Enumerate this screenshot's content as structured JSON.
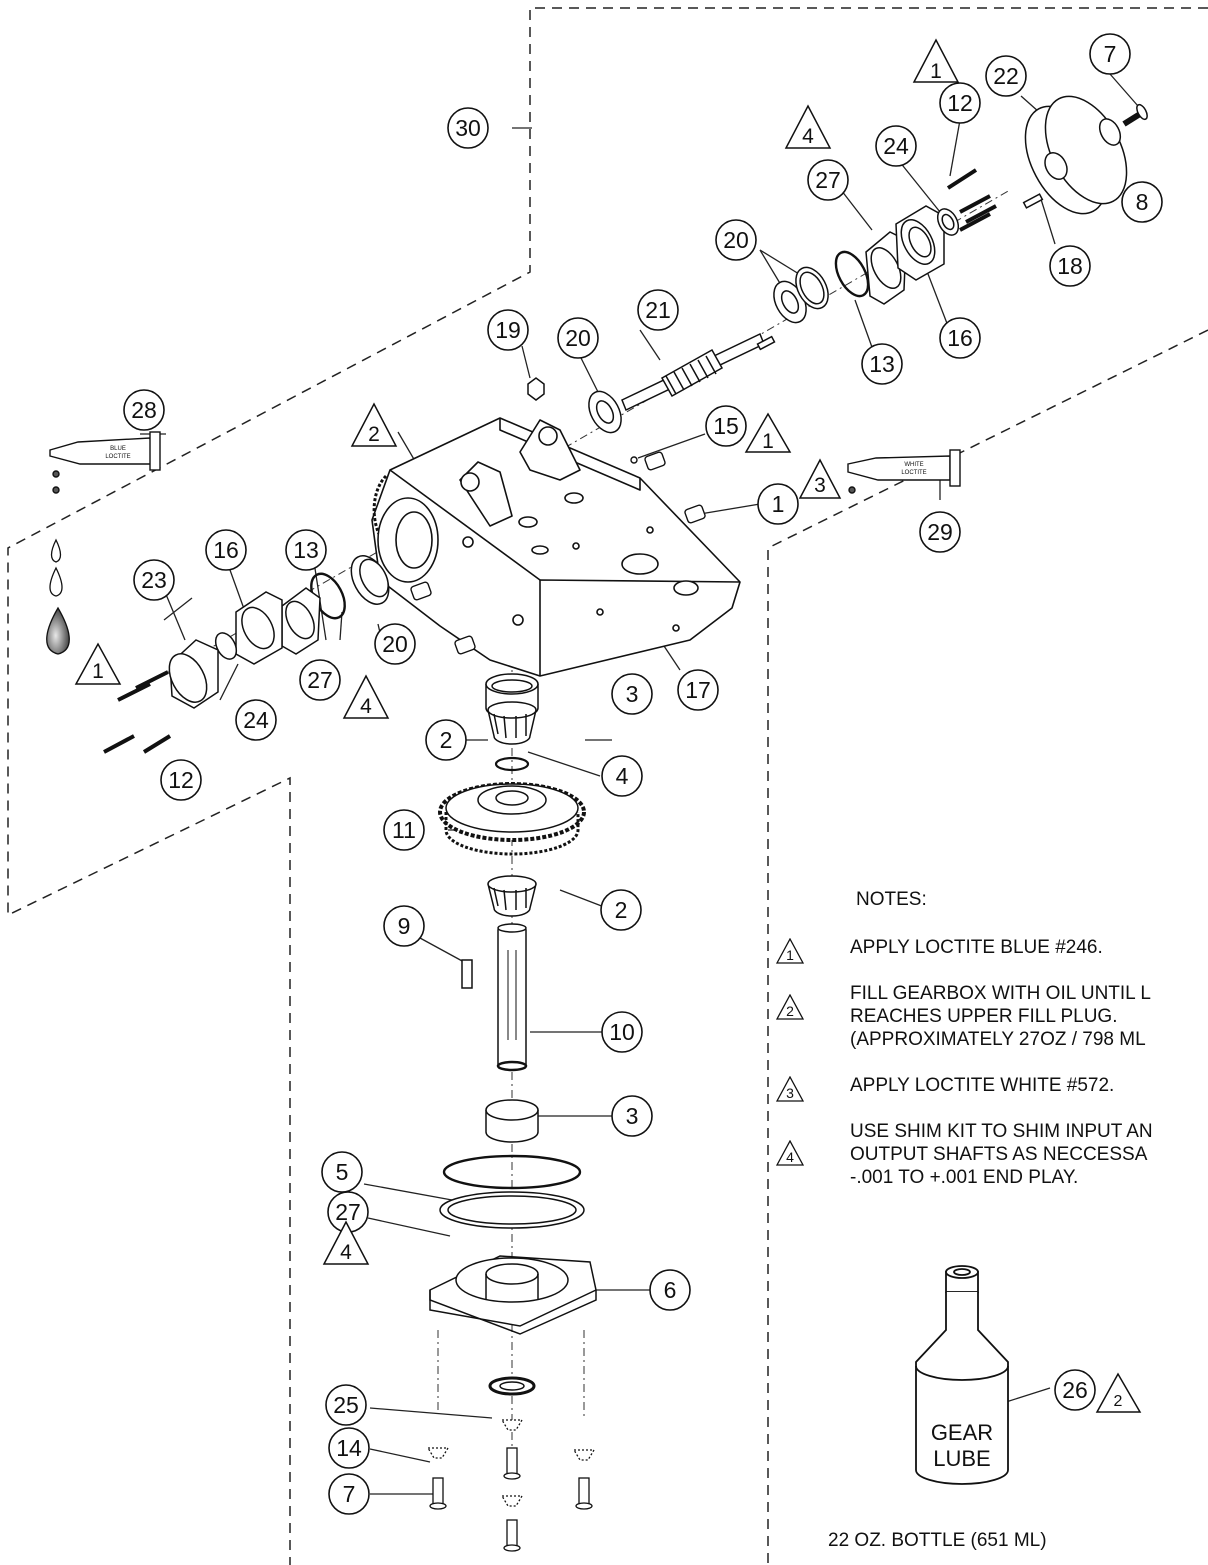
{
  "callouts": [
    {
      "id": "c1",
      "num": "1"
    },
    {
      "id": "c2a",
      "num": "2"
    },
    {
      "id": "c2b",
      "num": "2"
    },
    {
      "id": "c3a",
      "num": "3"
    },
    {
      "id": "c3b",
      "num": "3"
    },
    {
      "id": "c4",
      "num": "4"
    },
    {
      "id": "c5",
      "num": "5"
    },
    {
      "id": "c6",
      "num": "6"
    },
    {
      "id": "c7a",
      "num": "7"
    },
    {
      "id": "c7b",
      "num": "7"
    },
    {
      "id": "c8",
      "num": "8"
    },
    {
      "id": "c9",
      "num": "9"
    },
    {
      "id": "c10",
      "num": "10"
    },
    {
      "id": "c11",
      "num": "11"
    },
    {
      "id": "c12a",
      "num": "12"
    },
    {
      "id": "c12b",
      "num": "12"
    },
    {
      "id": "c13a",
      "num": "13"
    },
    {
      "id": "c13b",
      "num": "13"
    },
    {
      "id": "c14",
      "num": "14"
    },
    {
      "id": "c15",
      "num": "15"
    },
    {
      "id": "c16a",
      "num": "16"
    },
    {
      "id": "c16b",
      "num": "16"
    },
    {
      "id": "c17",
      "num": "17"
    },
    {
      "id": "c18",
      "num": "18"
    },
    {
      "id": "c19",
      "num": "19"
    },
    {
      "id": "c20a",
      "num": "20"
    },
    {
      "id": "c20b",
      "num": "20"
    },
    {
      "id": "c20c",
      "num": "20"
    },
    {
      "id": "c21",
      "num": "21"
    },
    {
      "id": "c22",
      "num": "22"
    },
    {
      "id": "c23",
      "num": "23"
    },
    {
      "id": "c24a",
      "num": "24"
    },
    {
      "id": "c24b",
      "num": "24"
    },
    {
      "id": "c25",
      "num": "25"
    },
    {
      "id": "c26",
      "num": "26"
    },
    {
      "id": "c27a",
      "num": "27"
    },
    {
      "id": "c27b",
      "num": "27"
    },
    {
      "id": "c27c",
      "num": "27"
    },
    {
      "id": "c28",
      "num": "28"
    },
    {
      "id": "c29",
      "num": "29"
    },
    {
      "id": "c30",
      "num": "30"
    }
  ],
  "note_markers": [
    {
      "id": "t1a",
      "num": "1"
    },
    {
      "id": "t1b",
      "num": "1"
    },
    {
      "id": "t1c",
      "num": "1"
    },
    {
      "id": "t2a",
      "num": "2"
    },
    {
      "id": "t2b",
      "num": "2"
    },
    {
      "id": "t3a",
      "num": "3"
    },
    {
      "id": "t4a",
      "num": "4"
    },
    {
      "id": "t4b",
      "num": "4"
    },
    {
      "id": "t4c",
      "num": "4"
    }
  ],
  "tube_labels": {
    "blue": [
      "BLUE",
      "LOCTITE"
    ],
    "white": [
      "WHITE",
      "LOCTITE"
    ]
  },
  "bottle_label": [
    "GEAR",
    "LUBE"
  ],
  "notes": {
    "title": "NOTES:",
    "items": [
      {
        "marker": "1",
        "lines": [
          "APPLY LOCTITE BLUE #246."
        ]
      },
      {
        "marker": "2",
        "lines": [
          "FILL GEARBOX WITH OIL UNTIL L",
          "REACHES UPPER FILL PLUG.",
          "(APPROXIMATELY 27OZ / 798 ML"
        ]
      },
      {
        "marker": "3",
        "lines": [
          "APPLY LOCTITE WHITE #572."
        ]
      },
      {
        "marker": "4",
        "lines": [
          "USE SHIM KIT TO SHIM INPUT AN",
          "OUTPUT SHAFTS AS NECCESSA",
          "-.001 TO +.001 END PLAY."
        ]
      }
    ]
  },
  "bottle_caption": "22 OZ. BOTTLE (651 ML)"
}
